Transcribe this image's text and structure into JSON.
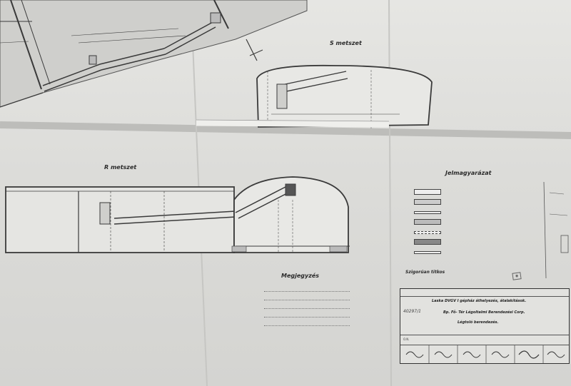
{
  "sections": {
    "s_title": "S metszet",
    "r_title": "R metszet",
    "legend_title": "Jelmagyarázat",
    "notes_title": "Megjegyzés",
    "approval": "Szigorúan titkos"
  },
  "titleblock": {
    "drawing_number": "40297/1",
    "line1": "Laska DVGV I gépház áthelyezés, átalakítások.",
    "line2": "Bp. Fő- Tér Légoltalmi Berendezési Corp.",
    "line3": "Légtoló berendezés.",
    "code": "O.N."
  },
  "colors": {
    "paper": "#dcdcd9",
    "ink": "#3a3a3a"
  }
}
